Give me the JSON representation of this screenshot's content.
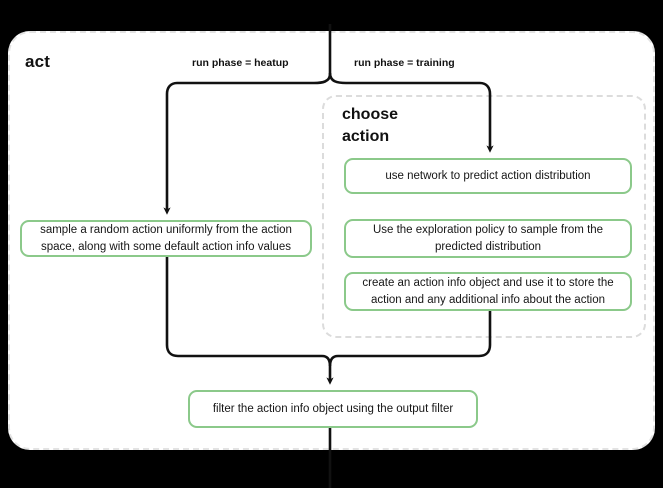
{
  "diagram": {
    "type": "flowchart",
    "root_container": {
      "title": "act",
      "border_style": "dashed",
      "border_color": "#e3e3e3"
    },
    "subgraph": {
      "title": "choose action",
      "title_line_1": "choose",
      "title_line_2": "action",
      "border_style": "dashed",
      "border_color": "#dcdcdc"
    },
    "colors": {
      "node_border": "#8bc98a",
      "node_fill": "#ffffff",
      "edge": "#111111",
      "text": "#161616",
      "background": "#000000"
    },
    "edge_labels": [
      {
        "id": "heatup",
        "text": "run phase = heatup"
      },
      {
        "id": "training",
        "text": "run phase = training"
      }
    ],
    "nodes": [
      {
        "id": "sample-random-action",
        "text": "sample a random action uniformly from the action space, along with some default action info values"
      },
      {
        "id": "use-network",
        "text": "use network to predict action distribution"
      },
      {
        "id": "exploration-policy",
        "text": "Use the exploration policy to sample from the predicted distribution"
      },
      {
        "id": "create-action-info",
        "text": "create an action info object and use it to store the action and any additional info about the action"
      },
      {
        "id": "filter-action-info",
        "text": "filter the action info object using the output filter"
      }
    ]
  }
}
